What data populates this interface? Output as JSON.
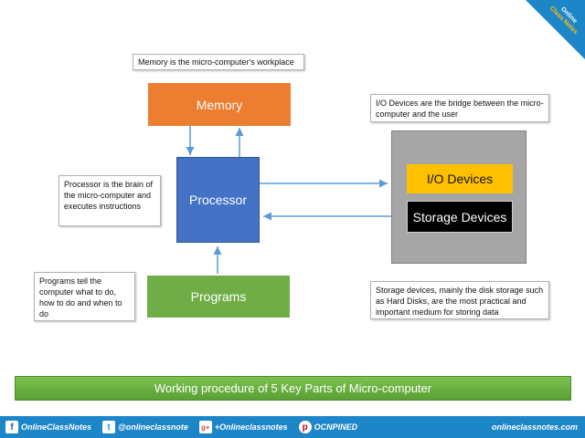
{
  "notes": {
    "memory": "Memory is the micro-computer's workplace",
    "io": "I/O Devices are the bridge between the micro-computer and the user",
    "processor": "Processor is the brain of the micro-computer and executes instructions",
    "programs": "Programs tell the computer what to do, how to do and when to do",
    "storage": "Storage devices, mainly the disk storage such as Hard Disks, are the most practical and important medium for storing data"
  },
  "blocks": {
    "memory": "Memory",
    "processor": "Processor",
    "programs": "Programs",
    "io": "I/O Devices",
    "storage": "Storage Devices"
  },
  "title": "Working procedure of 5 Key Parts of Micro-computer",
  "corner": {
    "line1": "Online",
    "line2": "Class Notes"
  },
  "footer": {
    "facebook": "OnlineClassNotes",
    "twitter": "@onlineclassnote",
    "googleplus": "+Onlineclassnotes",
    "pinterest": "OCNPINED",
    "site": "onlineclassnotes.com"
  },
  "icons": [
    "facebook-icon",
    "twitter-icon",
    "googleplus-icon",
    "pinterest-icon"
  ],
  "colors": {
    "memory": "#ed7d31",
    "processor": "#4472c4",
    "programs": "#70ad47",
    "io": "#ffc000",
    "storage": "#000000",
    "group": "#a6a6a6",
    "arrow": "#5b9bd5",
    "title_bar": "#62ad3d",
    "footer": "#1d86c9"
  }
}
